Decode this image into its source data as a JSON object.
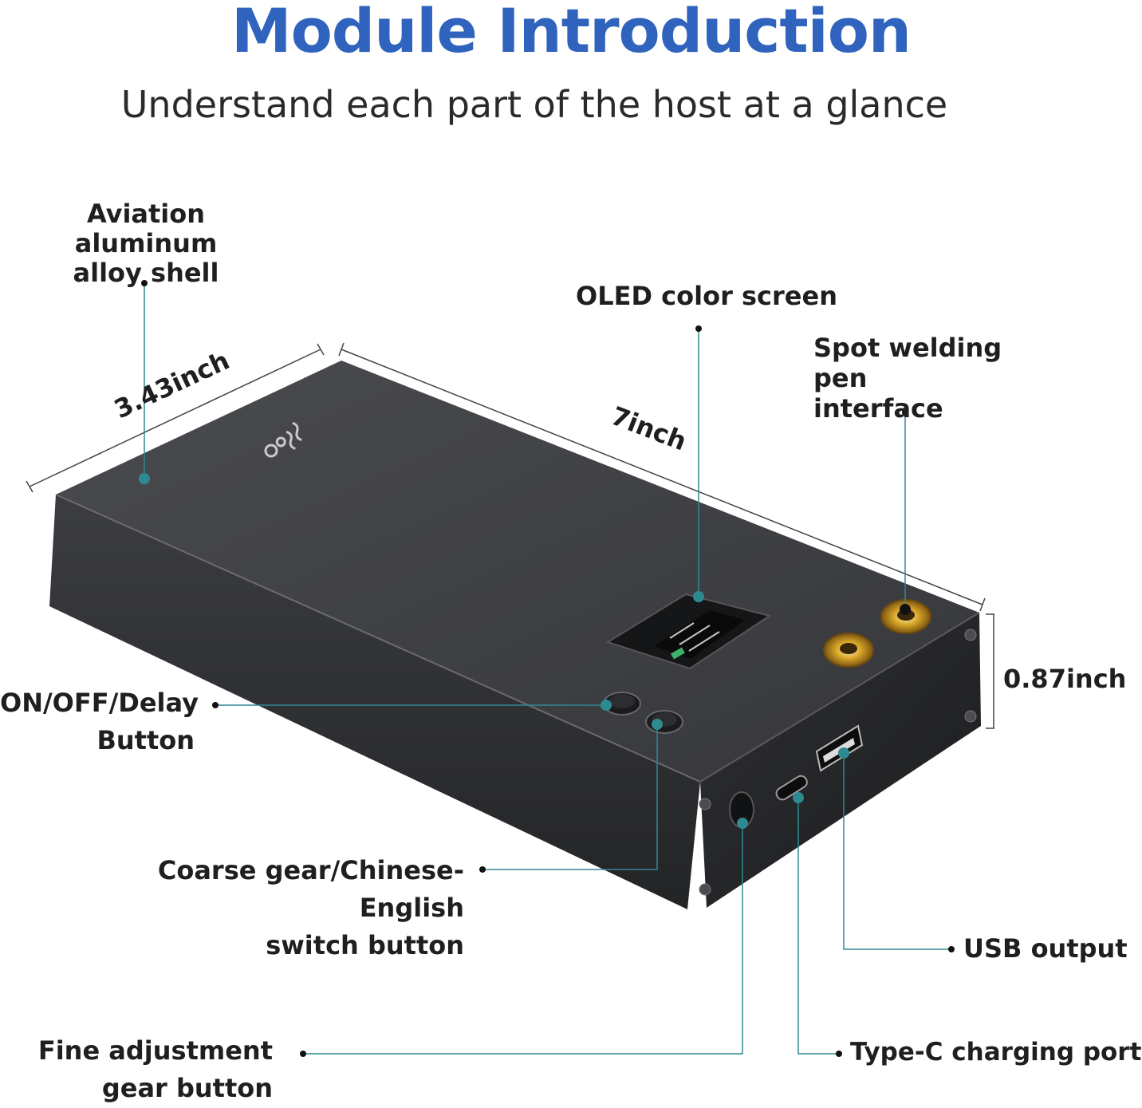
{
  "header": {
    "title": "Module Introduction",
    "subtitle": "Understand each part of the host at a glance"
  },
  "callouts": {
    "shell": "Aviation aluminum\nalloy shell",
    "oled": "OLED color screen",
    "spot_pen": "Spot welding\npen interface",
    "power_button": "ON/OFF/Delay\nButton",
    "coarse_button": "Coarse gear/Chinese-English\nswitch button",
    "usb": "USB output",
    "fine_button": "Fine adjustment\ngear button",
    "typec": "Type-C charging port"
  },
  "dimensions": {
    "width": "3.43inch",
    "length": "7inch",
    "height": "0.87inch"
  },
  "colors": {
    "title_blue": "#2f63bd",
    "leader_teal": "#2e8a91",
    "body_dark": "#3a3b3e"
  }
}
